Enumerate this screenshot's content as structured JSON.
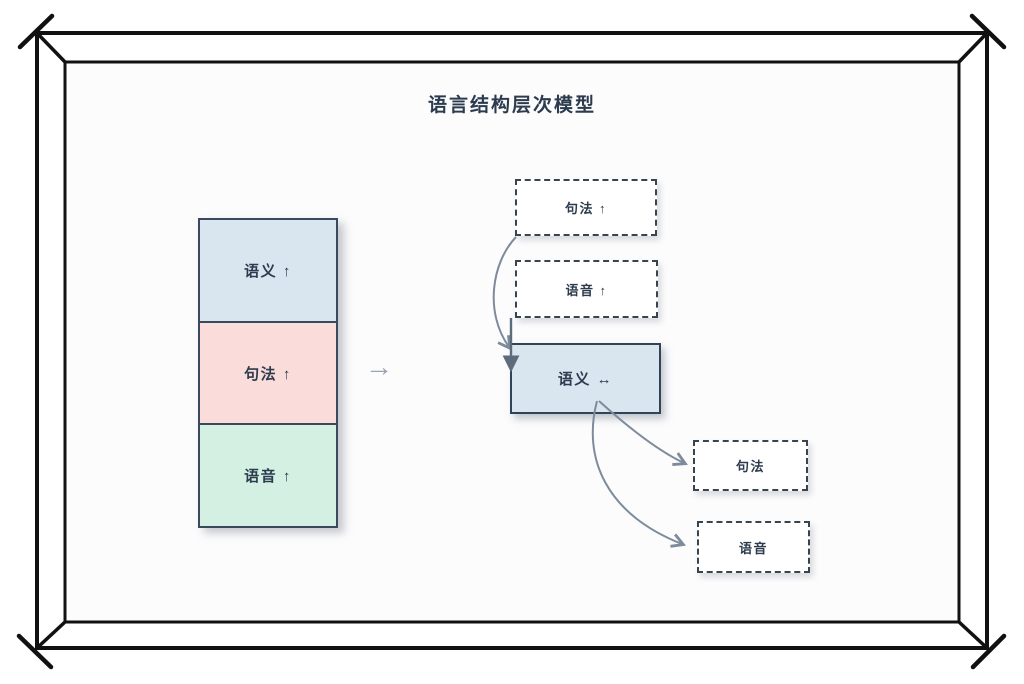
{
  "title": "语言结构层次模型",
  "left_stack": {
    "items": [
      {
        "label": "语义 ↑",
        "fill": "#d9e6f0"
      },
      {
        "label": "句法 ↑",
        "fill": "#fadcdb"
      },
      {
        "label": "语音 ↑",
        "fill": "#d4f0e2"
      }
    ]
  },
  "transform_arrow": "→",
  "right_flow": {
    "syntax_top": {
      "label": "句法 ↑",
      "style": "dashed"
    },
    "phonetics_top": {
      "label": "语音 ↑",
      "style": "dashed"
    },
    "semantics_center": {
      "label": "语义 ↔",
      "style": "solid",
      "fill": "#d9e6f0"
    },
    "syntax_bottom": {
      "label": "句法",
      "style": "dashed"
    },
    "phonetics_bottom": {
      "label": "语音",
      "style": "dashed"
    }
  },
  "colors": {
    "text": "#2c3b4e",
    "box_border": "#33475c",
    "arrow": "#7d8b9c",
    "arrow_dark": "#5d6b7a",
    "frame": "#111111",
    "canvas_bg": "#fcfcfd"
  }
}
